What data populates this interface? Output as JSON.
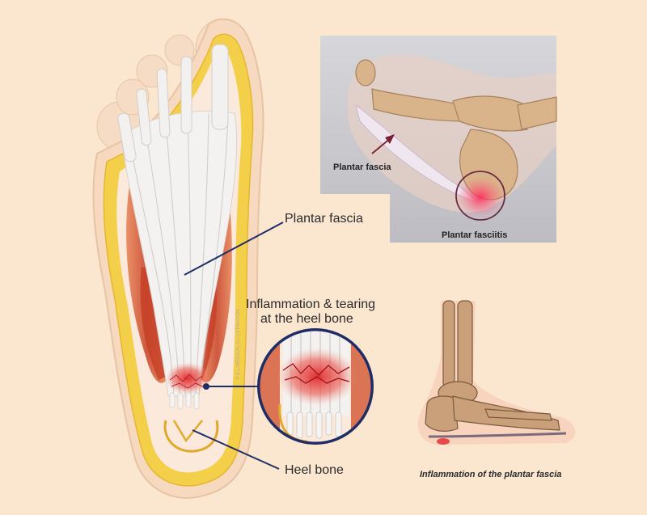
{
  "labels": {
    "plantar_fascia": "Plantar fascia",
    "inflammation_line1": "Inflammation & tearing",
    "inflammation_line2": "at the heel bone",
    "heel_bone": "Heel bone"
  },
  "side_panel": {
    "plantar_fascia": "Plantar fascia",
    "plantar_fasciitis": "Plantar fasciitis"
  },
  "ankle_caption": "Inflammation of the plantar fascia",
  "copyright": "© E.L.MEDICAL ILLUSTRATION",
  "colors": {
    "background": "#fbe6cf",
    "skin": "#f7d9bf",
    "fat": "#f4d04a",
    "muscle": "#d45f3c",
    "fascia": "#f4f2f0",
    "inflammation": "#e3262a",
    "leader_line": "#1f2d66",
    "panel_bg": "#cfcfd2",
    "bone": "#d9b48a"
  }
}
